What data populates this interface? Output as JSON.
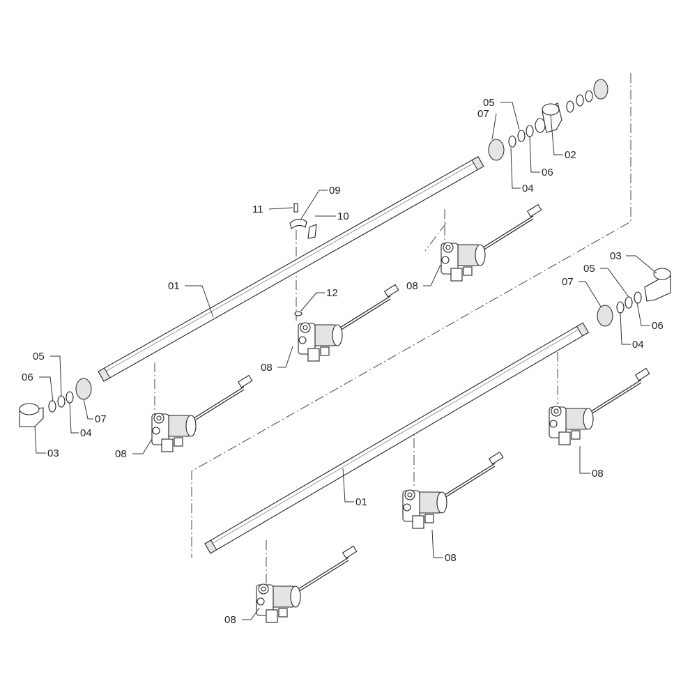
{
  "diagram": {
    "type": "exploded parts diagram",
    "labels": {
      "top_07": "07",
      "top_05": "05",
      "top_02": "02",
      "top_06": "06",
      "top_04": "04",
      "clip_11": "11",
      "clip_09": "09",
      "clip_10": "10",
      "tube1_01": "01",
      "oring_12": "12",
      "valve_a_08": "08",
      "valve_b_08": "08",
      "right_03": "03",
      "right_05": "05",
      "right_07": "07",
      "right_06": "06",
      "right_04": "04",
      "left_05": "05",
      "left_06": "06",
      "left_07": "07",
      "left_04": "04",
      "left_03": "03",
      "valve_c_08": "08",
      "valve_d_08": "08",
      "tube2_01": "01",
      "valve_e_08": "08",
      "valve_f_08": "08"
    }
  }
}
